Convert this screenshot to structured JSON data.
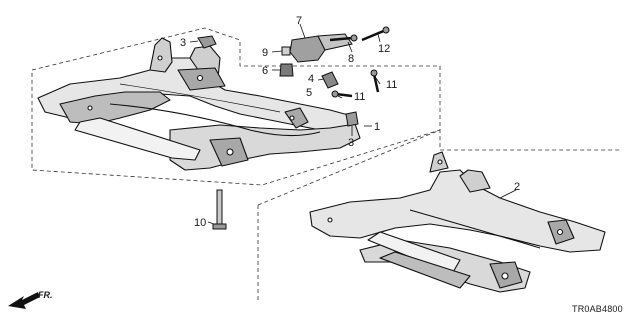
{
  "diagram": {
    "code": "TR0AB4800",
    "direction_label": "FR.",
    "callouts": {
      "c1": "1",
      "c2": "2",
      "c3a": "3",
      "c3b": "3",
      "c4": "4",
      "c5": "5",
      "c6": "6",
      "c7": "7",
      "c8": "8",
      "c9": "9",
      "c10": "10",
      "c11a": "11",
      "c11b": "11",
      "c12": "12"
    }
  }
}
